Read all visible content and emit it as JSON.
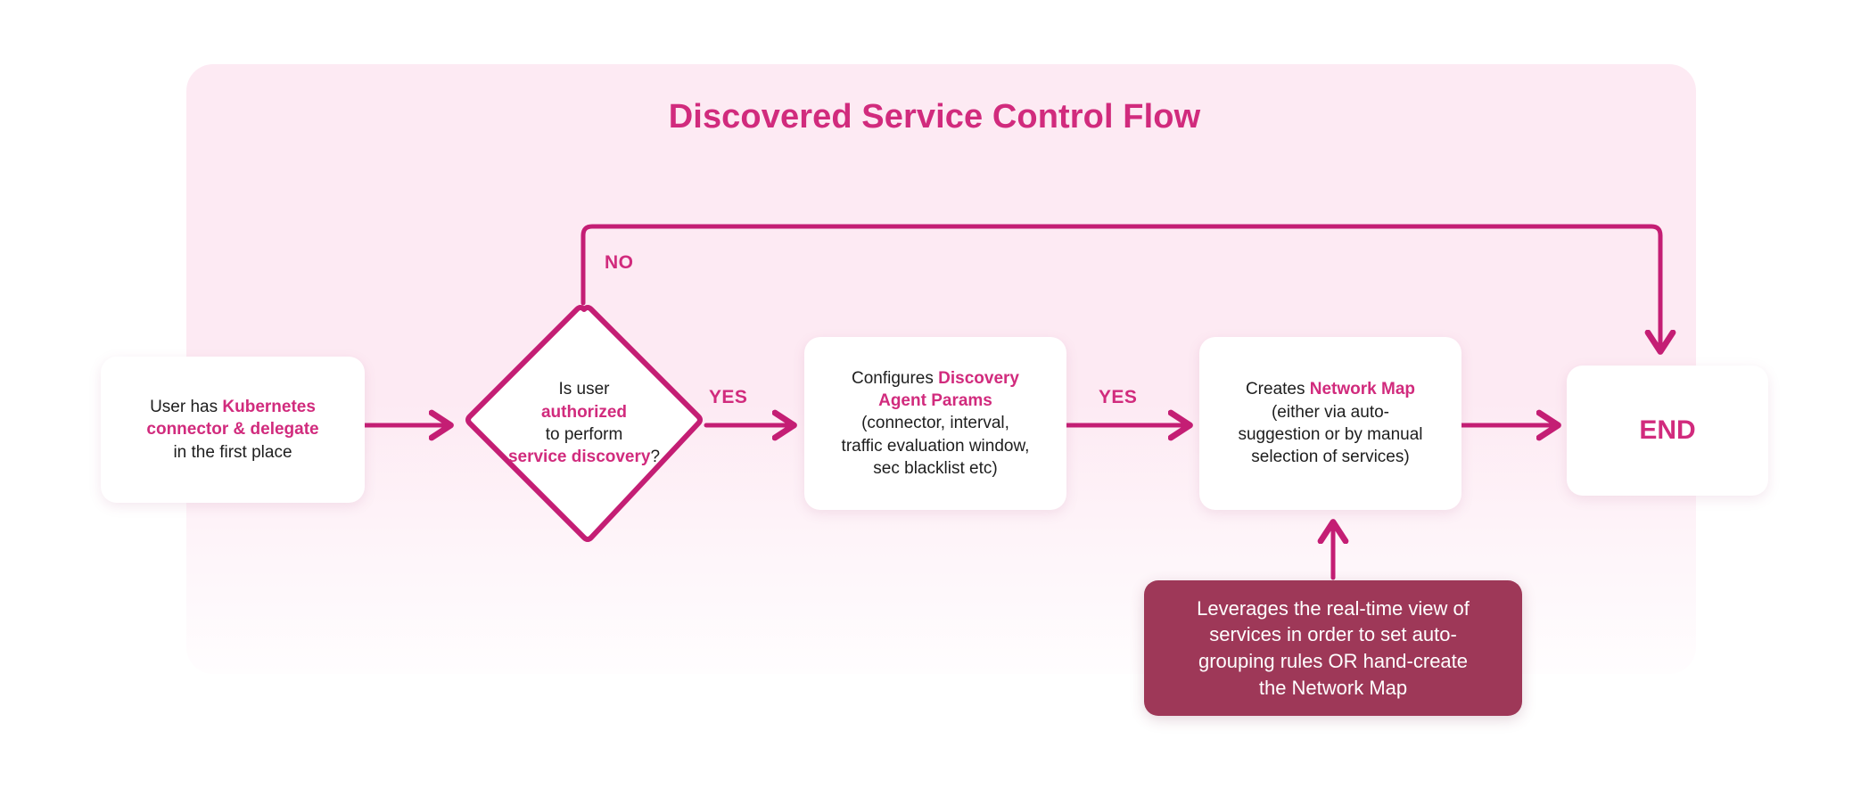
{
  "diagram": {
    "title": "Discovered Service Control Flow",
    "accent_color": "#d12b7d",
    "panel_color": "#fdeaf3",
    "note_color": "#9e3858",
    "text_color": "#1e1e1e"
  },
  "nodes": {
    "start": {
      "name": "start-box",
      "line1_plain": "User has ",
      "line1_highlight": "Kubernetes",
      "line2_highlight": "connector & delegate",
      "line3_plain": "in the first place"
    },
    "decision": {
      "name": "decision-diamond",
      "line1": "Is user",
      "line2_highlight": "authorized",
      "line3": "to perform",
      "line4_highlight": "service discovery",
      "line4_suffix": "?"
    },
    "config": {
      "name": "configure-params-box",
      "line1_plain": "Configures ",
      "line1_highlight": "Discovery",
      "line2_highlight": "Agent Params",
      "line3": "(connector, interval,",
      "line4": "traffic evaluation window,",
      "line5": "sec blacklist etc)"
    },
    "netmap": {
      "name": "create-network-map-box",
      "line1_plain": "Creates ",
      "line1_highlight": "Network Map",
      "line2": "(either via auto-",
      "line3": "suggestion or by manual",
      "line4": "selection of services)"
    },
    "end": {
      "name": "end-box",
      "label": "END"
    },
    "note": {
      "name": "note-card",
      "line1": "Leverages the real-time view of",
      "line2": "services in order to set auto-",
      "line3": "grouping rules OR hand-create",
      "line4": "the Network Map"
    }
  },
  "edges": {
    "no_label": "NO",
    "yes_label_1": "YES",
    "yes_label_2": "YES"
  },
  "chart_data": {
    "type": "flowchart",
    "title": "Discovered Service Control Flow",
    "nodes": [
      {
        "id": "start",
        "shape": "rounded-rect",
        "text": "User has Kubernetes connector & delegate in the first place"
      },
      {
        "id": "decision",
        "shape": "diamond",
        "text": "Is user authorized to perform service discovery?"
      },
      {
        "id": "config",
        "shape": "rounded-rect",
        "text": "Configures Discovery Agent Params (connector, interval, traffic evaluation window, sec blacklist etc)"
      },
      {
        "id": "netmap",
        "shape": "rounded-rect",
        "text": "Creates Network Map (either via auto-suggestion or by manual selection of services)"
      },
      {
        "id": "end",
        "shape": "rounded-rect",
        "text": "END"
      },
      {
        "id": "note",
        "shape": "note-card",
        "text": "Leverages the real-time view of services in order to set auto-grouping rules OR hand-create the Network Map"
      }
    ],
    "edges": [
      {
        "from": "start",
        "to": "decision",
        "label": ""
      },
      {
        "from": "decision",
        "to": "config",
        "label": "YES"
      },
      {
        "from": "decision",
        "to": "end",
        "label": "NO"
      },
      {
        "from": "config",
        "to": "netmap",
        "label": "YES"
      },
      {
        "from": "netmap",
        "to": "end",
        "label": ""
      },
      {
        "from": "note",
        "to": "netmap",
        "label": ""
      }
    ]
  }
}
